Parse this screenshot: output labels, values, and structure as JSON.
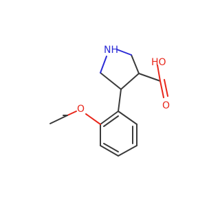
{
  "molecule": {
    "atoms": {
      "nh": "NH",
      "o_ether": "O",
      "oh": "HO",
      "o_carbonyl": "O"
    },
    "colors": {
      "bond": "#3a3a3a",
      "oxygen": "#e8261a",
      "nitrogen": "#2b2bd6",
      "background": "#ffffff"
    }
  }
}
